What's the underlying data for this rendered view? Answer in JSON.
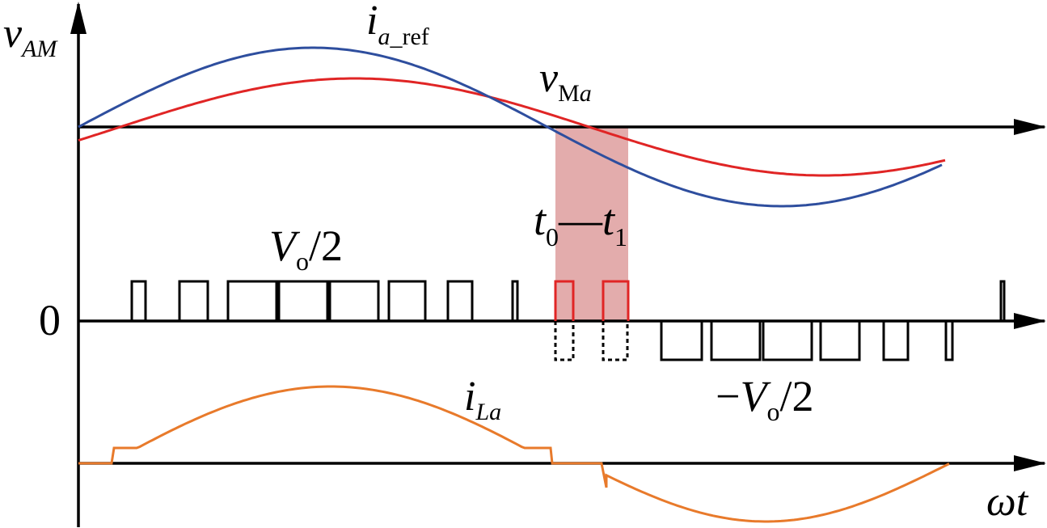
{
  "labels": {
    "v_main": "v",
    "v_sub": "AM",
    "iref_main": "i",
    "iref_sub_a": "a",
    "iref_sub_rest": "_ref",
    "vma_main": "v",
    "vma_sub_m": "M",
    "vma_sub_a": "a",
    "t0_main": "t",
    "t0_sub": "0",
    "t_dash": "—",
    "t1_main": "t",
    "t1_sub": "1",
    "vo_pos_main": "V",
    "vo_pos_sub": "o",
    "vo_pos_tail": "/2",
    "zero": "0",
    "vo_neg_minus": "−",
    "vo_neg_main": "V",
    "vo_neg_sub": "o",
    "vo_neg_tail": "/2",
    "ila_main": "i",
    "ila_sub": "La",
    "wt_omega": "ω",
    "wt_t": "t"
  },
  "colors": {
    "axis": "#000000",
    "ia_ref": "#2e4e9e",
    "vMa": "#e02525",
    "iLa": "#e87a2b",
    "highlight": "#d99090",
    "pulse_normal": "#000000",
    "pulse_highlight": "#e02525"
  },
  "highlight_interval": {
    "start": "t0",
    "end": "t1"
  }
}
